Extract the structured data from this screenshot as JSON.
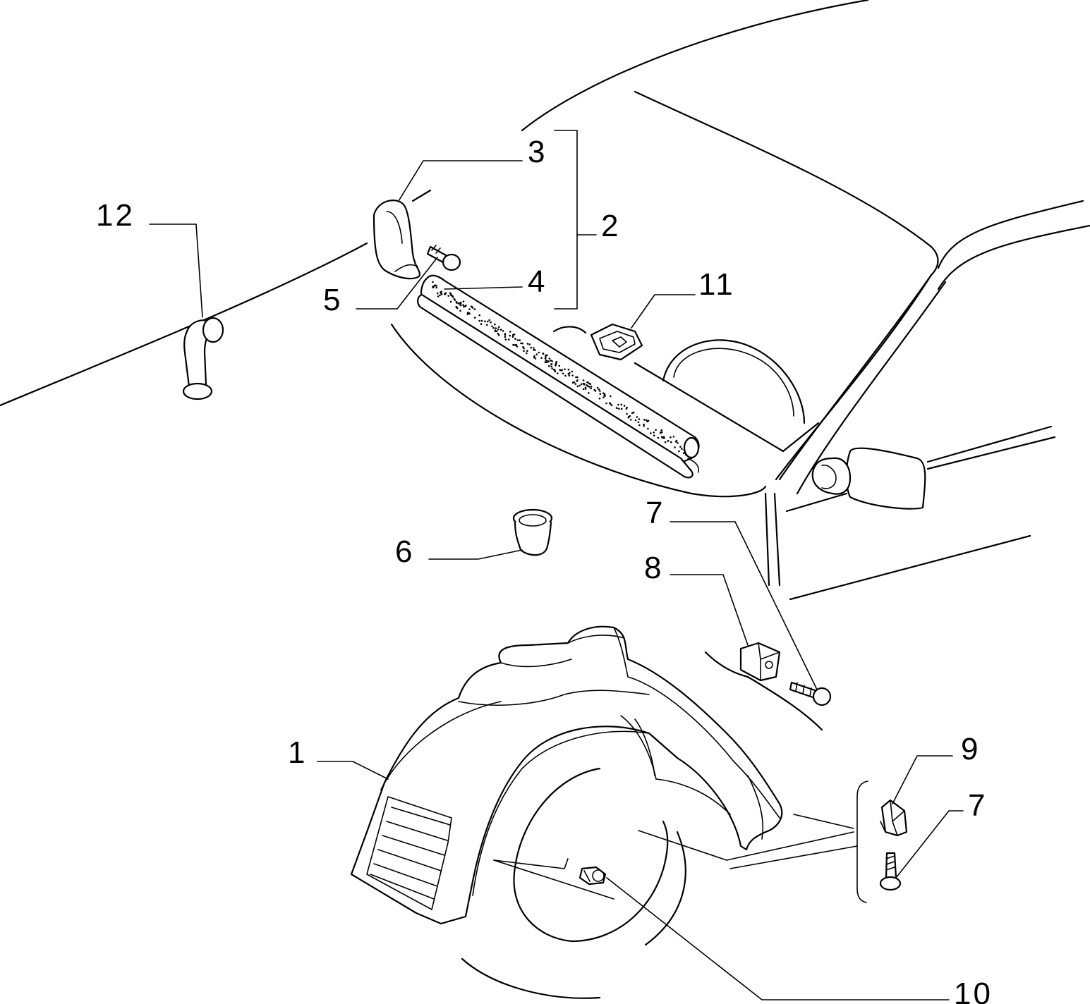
{
  "callouts": {
    "c1": "1",
    "c2": "2",
    "c3": "3",
    "c4": "4",
    "c5": "5",
    "c6": "6",
    "c7a": "7",
    "c7b": "7",
    "c8": "8",
    "c9": "9",
    "c10": "10",
    "c11": "11",
    "c12": "12"
  }
}
